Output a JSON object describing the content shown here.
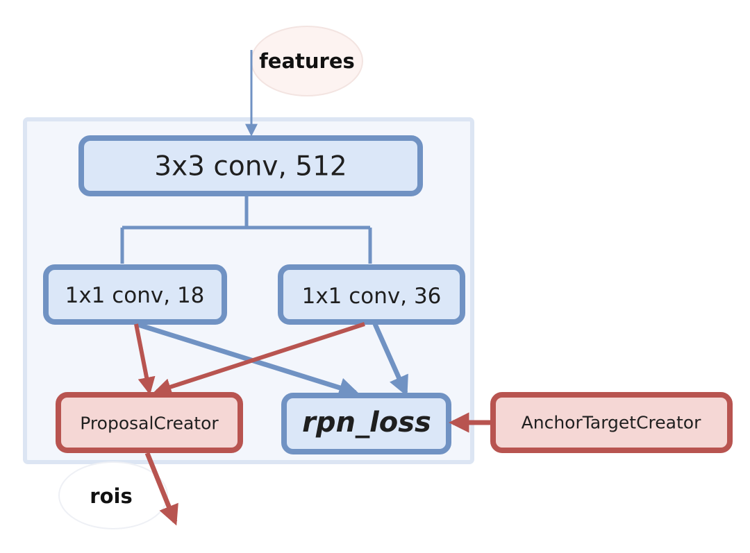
{
  "colors": {
    "blue_stroke": "#7092c3",
    "blue_fill": "#dbe7f8",
    "red_stroke": "#b85450",
    "red_fill": "#f5d7d5",
    "container_fill": "#f3f6fc",
    "container_stroke": "#dce5f3",
    "ellipse_fill": "#fdf3f1",
    "ellipse_stroke": "#f3e4e1"
  },
  "input_label": "features",
  "output_label": "rois",
  "nodes": {
    "conv3x3": "3x3 conv, 512",
    "conv1x1_18": "1x1 conv, 18",
    "conv1x1_36": "1x1 conv, 36",
    "proposal_creator": "ProposalCreator",
    "rpn_loss": "rpn_loss",
    "anchor_target_creator": "AnchorTargetCreator"
  }
}
